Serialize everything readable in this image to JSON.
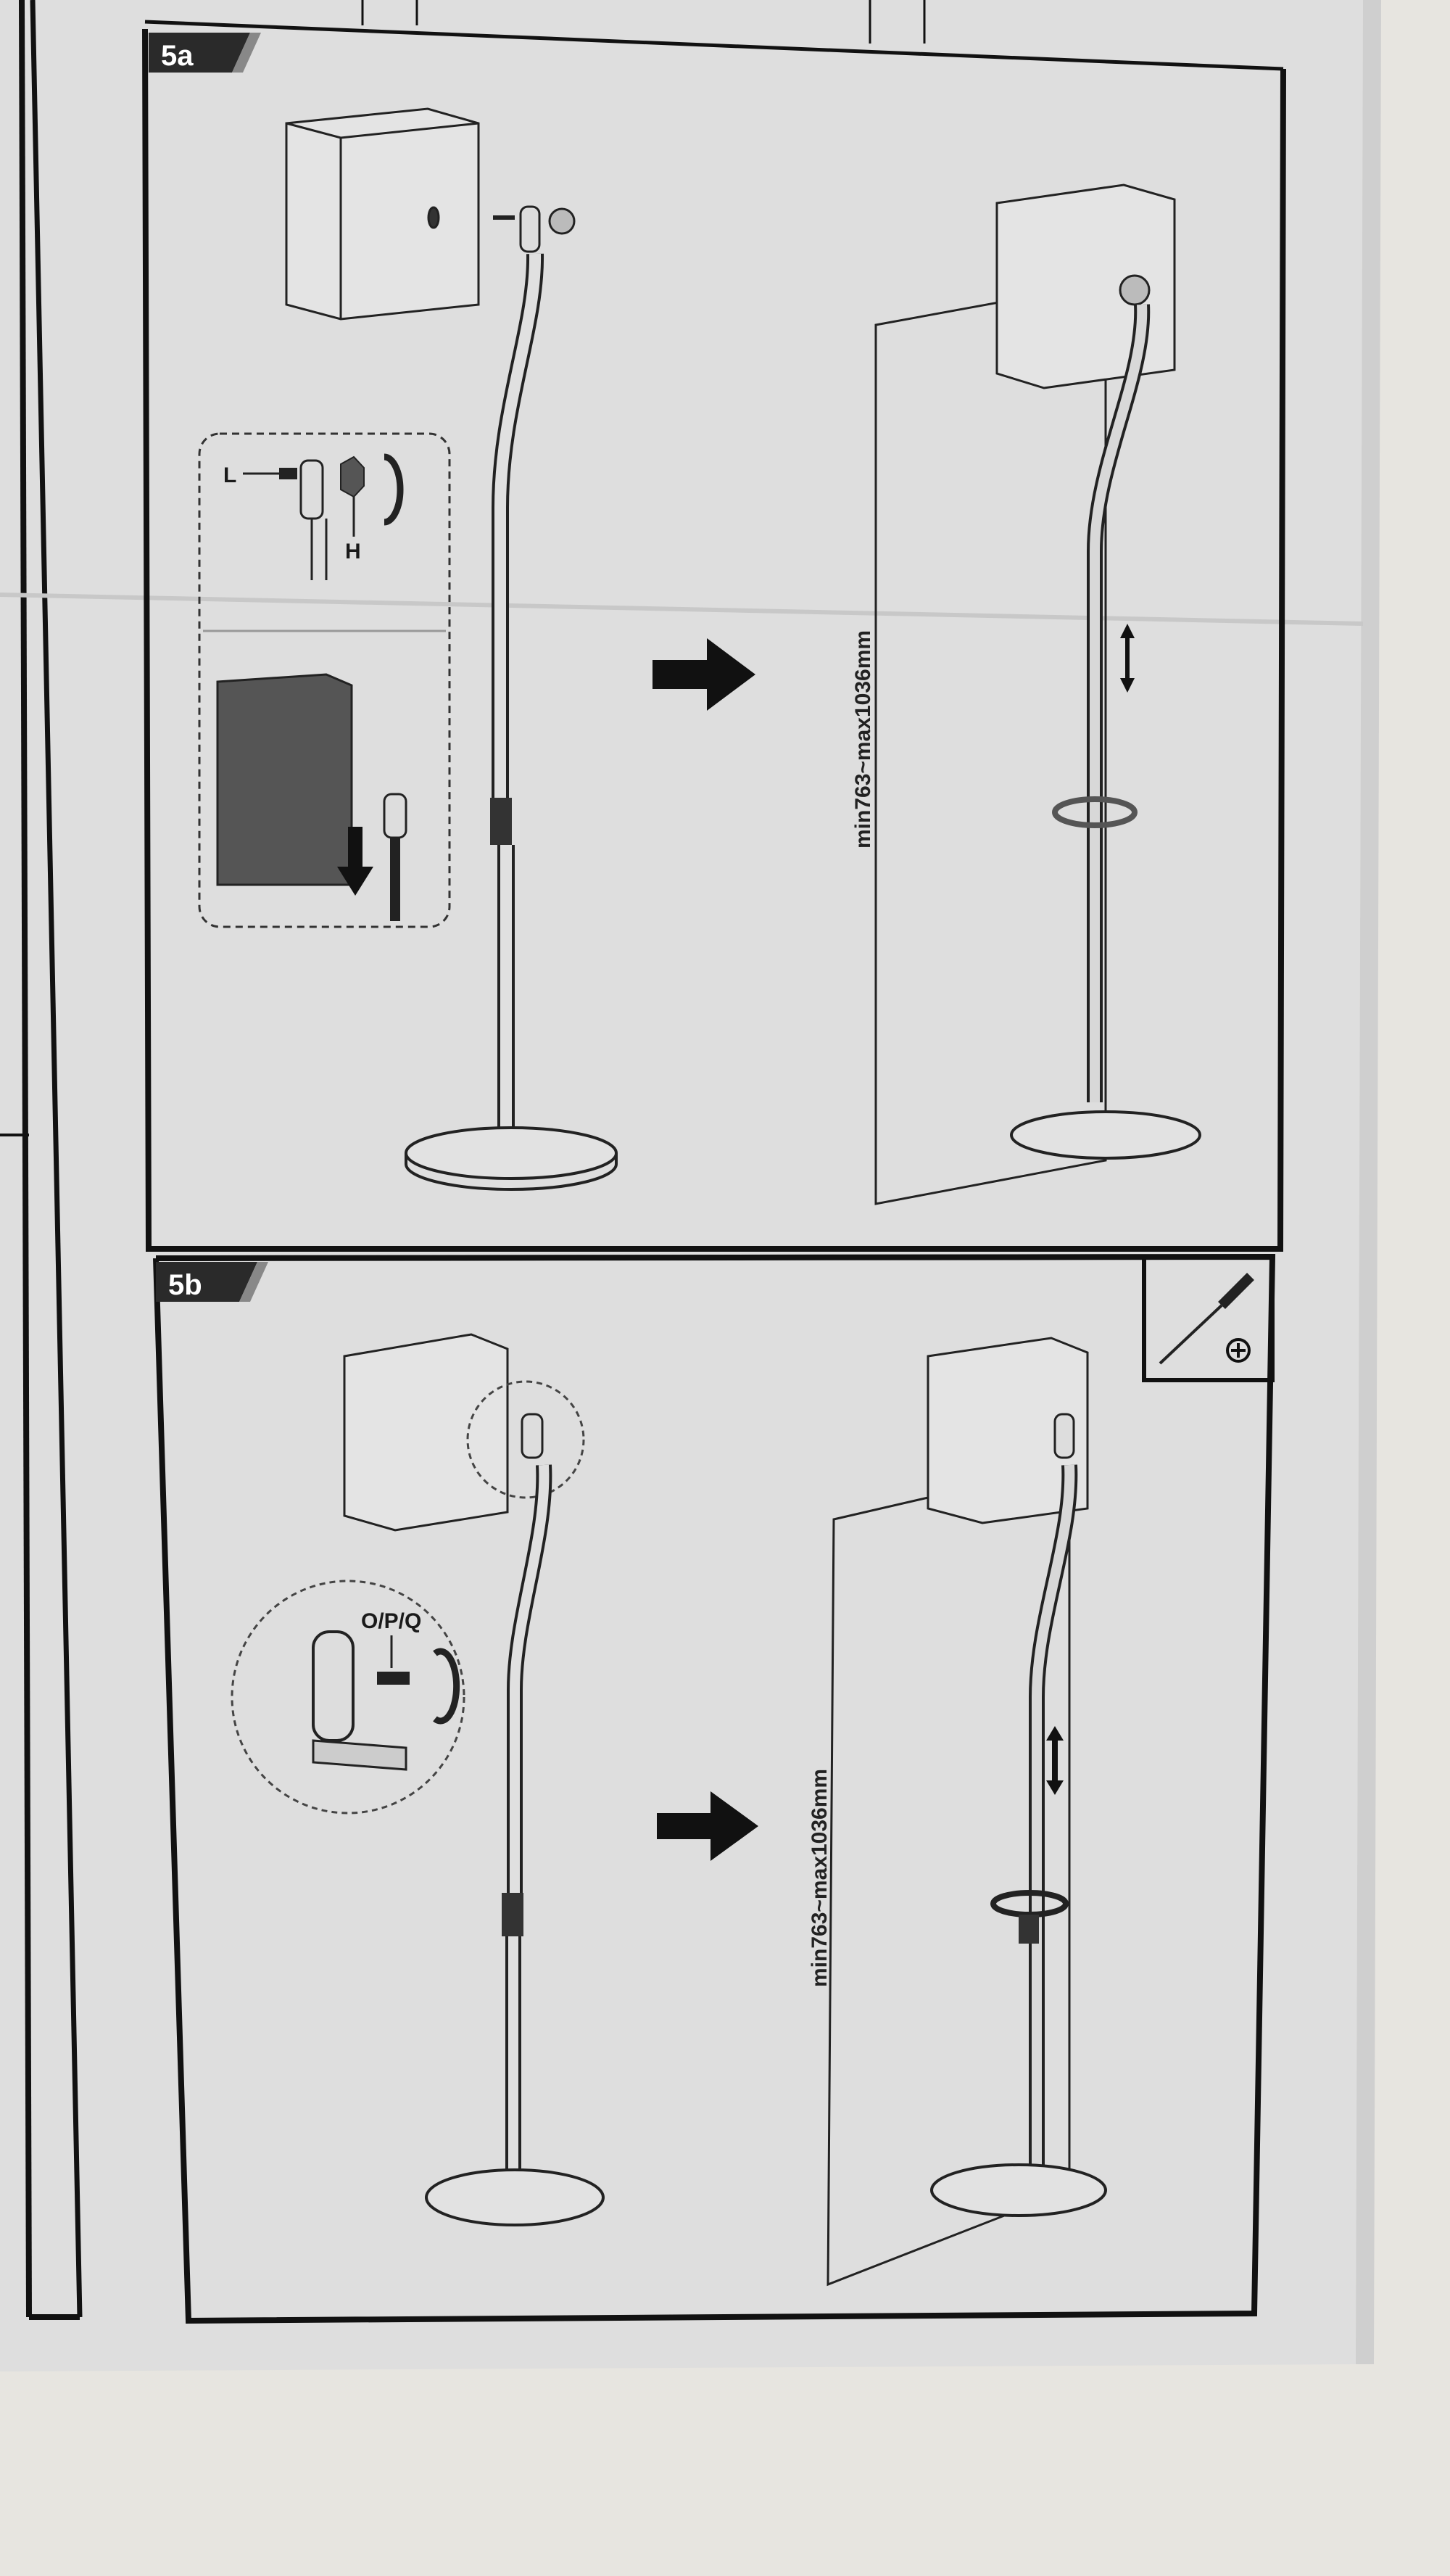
{
  "document": {
    "steps": [
      {
        "label": "5a",
        "callout_labels": {
          "screw": "L",
          "knob": "H"
        },
        "height_range": "min763~max1036mm"
      },
      {
        "label": "5b",
        "callout_labels": {
          "screw": "O/P/Q"
        },
        "height_range": "min763~max1036mm",
        "tool_icon": "phillips-screwdriver-icon"
      }
    ]
  },
  "colors": {
    "paper": "#dedede",
    "ink": "#1a1a1a",
    "background": "#e7e5e0"
  }
}
